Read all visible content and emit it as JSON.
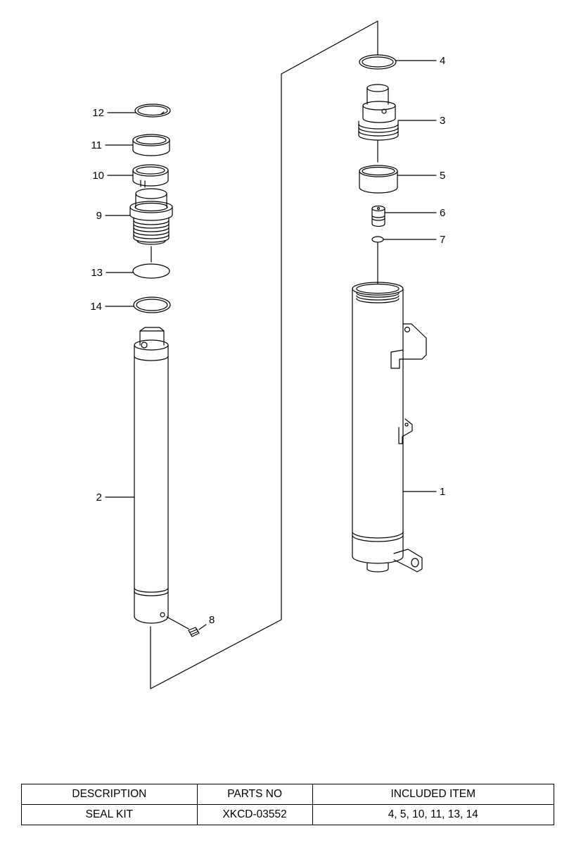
{
  "callouts": {
    "c1": "1",
    "c2": "2",
    "c3": "3",
    "c4": "4",
    "c5": "5",
    "c6": "6",
    "c7": "7",
    "c8": "8",
    "c9": "9",
    "c10": "10",
    "c11": "11",
    "c12": "12",
    "c13": "13",
    "c14": "14"
  },
  "table": {
    "headers": [
      "DESCRIPTION",
      "PARTS NO",
      "INCLUDED ITEM"
    ],
    "rows": [
      [
        "SEAL KIT",
        "XKCD-03552",
        "4, 5, 10, 11, 13, 14"
      ]
    ]
  }
}
